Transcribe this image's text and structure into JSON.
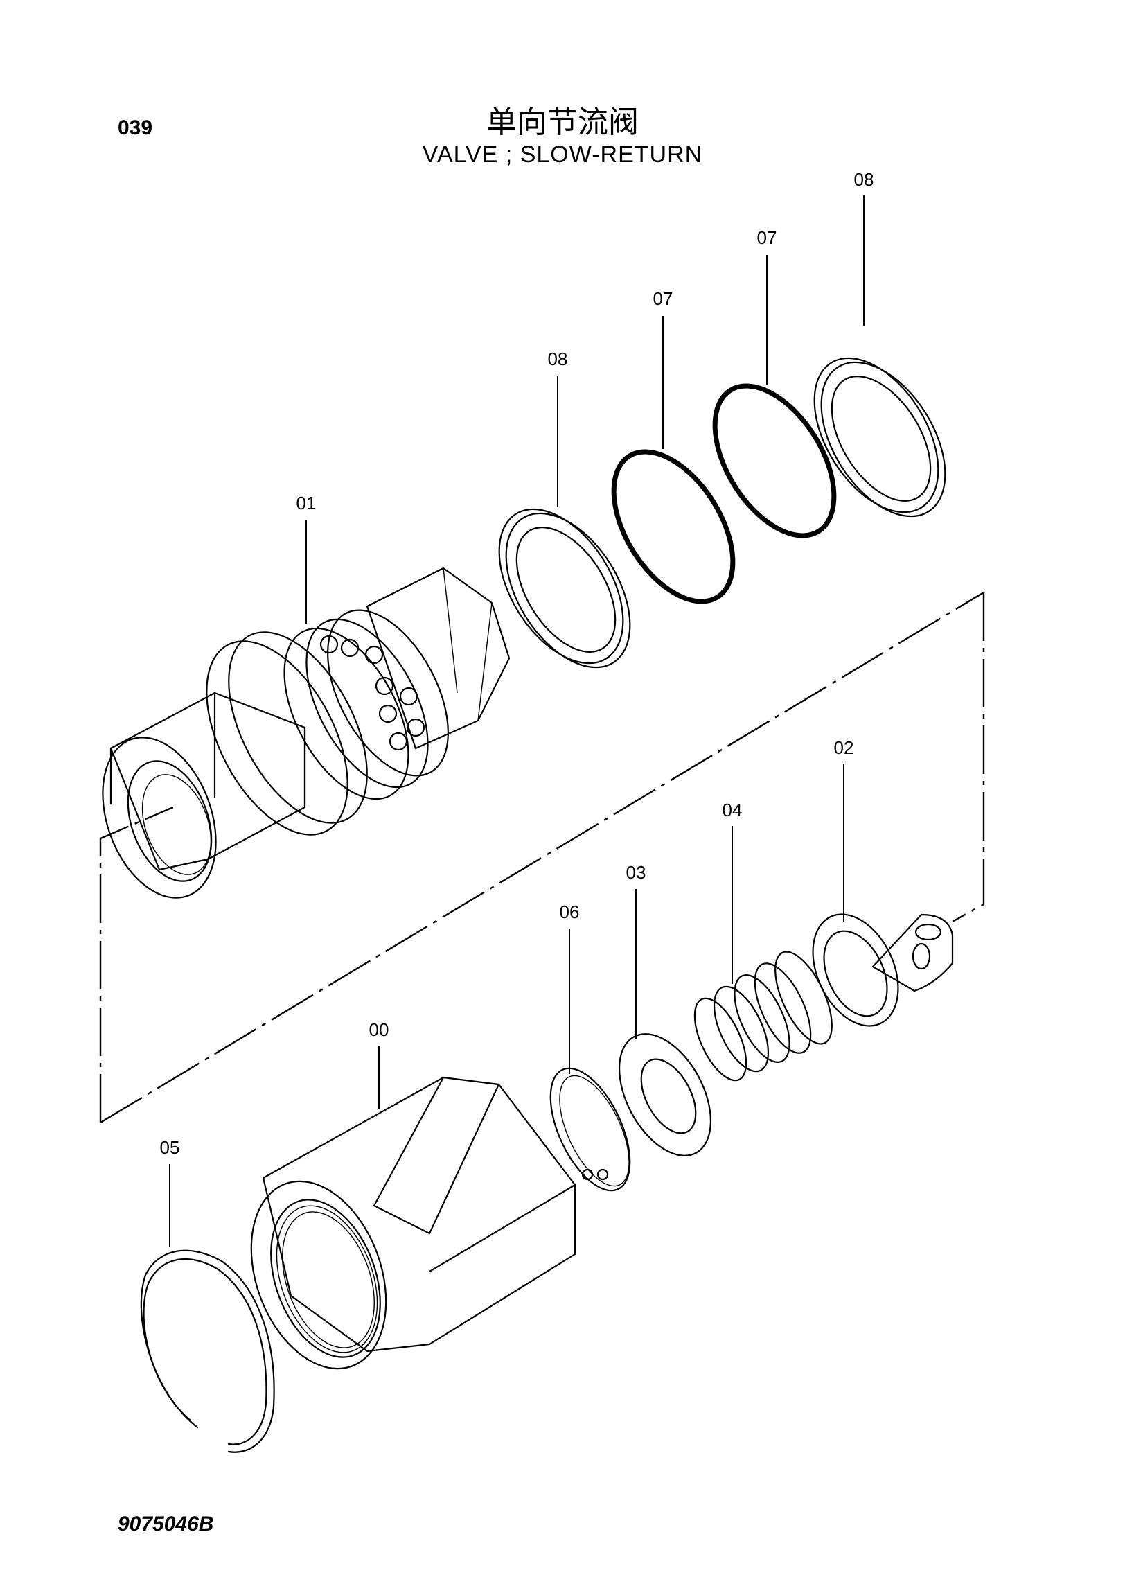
{
  "header": {
    "page_number": "039",
    "title_cn": "单向节流阀",
    "title_en": "VALVE ; SLOW-RETURN"
  },
  "footer": {
    "drawing_number": "9075046B"
  },
  "callouts": [
    {
      "id": "c-08a",
      "label": "08"
    },
    {
      "id": "c-07a",
      "label": "07"
    },
    {
      "id": "c-07b",
      "label": "07"
    },
    {
      "id": "c-08b",
      "label": "08"
    },
    {
      "id": "c-01",
      "label": "01"
    },
    {
      "id": "c-02",
      "label": "02"
    },
    {
      "id": "c-04",
      "label": "04"
    },
    {
      "id": "c-03",
      "label": "03"
    },
    {
      "id": "c-06",
      "label": "06"
    },
    {
      "id": "c-00",
      "label": "00"
    },
    {
      "id": "c-05",
      "label": "05"
    }
  ]
}
